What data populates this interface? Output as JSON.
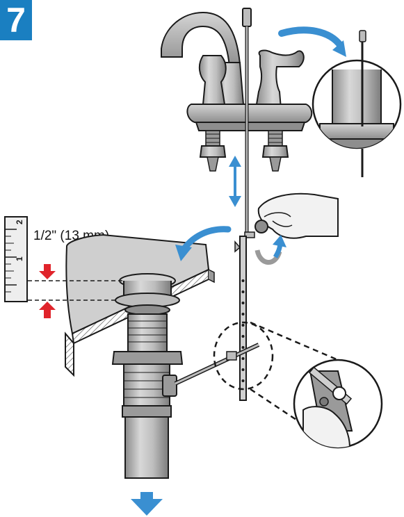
{
  "step": {
    "number": "7"
  },
  "measurement": {
    "label": "1/2\" (13 mm)"
  },
  "ruler": {
    "marks": [
      "2",
      "1"
    ]
  },
  "colors": {
    "accent_blue": "#1a7fc1",
    "arrow_blue": "#3a8fd1",
    "indicator_red": "#e0242b",
    "metal_light": "#c9c9c9",
    "metal_mid": "#a6a6a6",
    "metal_dark": "#7a7a7a",
    "outline": "#1a1a1a",
    "skin": "#f0f0f0"
  },
  "icons": [
    "step-number-badge",
    "faucet",
    "lift-rod",
    "drain-assembly",
    "pivot-rod",
    "clevis-strap",
    "hand",
    "rotate-arrow",
    "double-arrow",
    "down-arrow"
  ]
}
